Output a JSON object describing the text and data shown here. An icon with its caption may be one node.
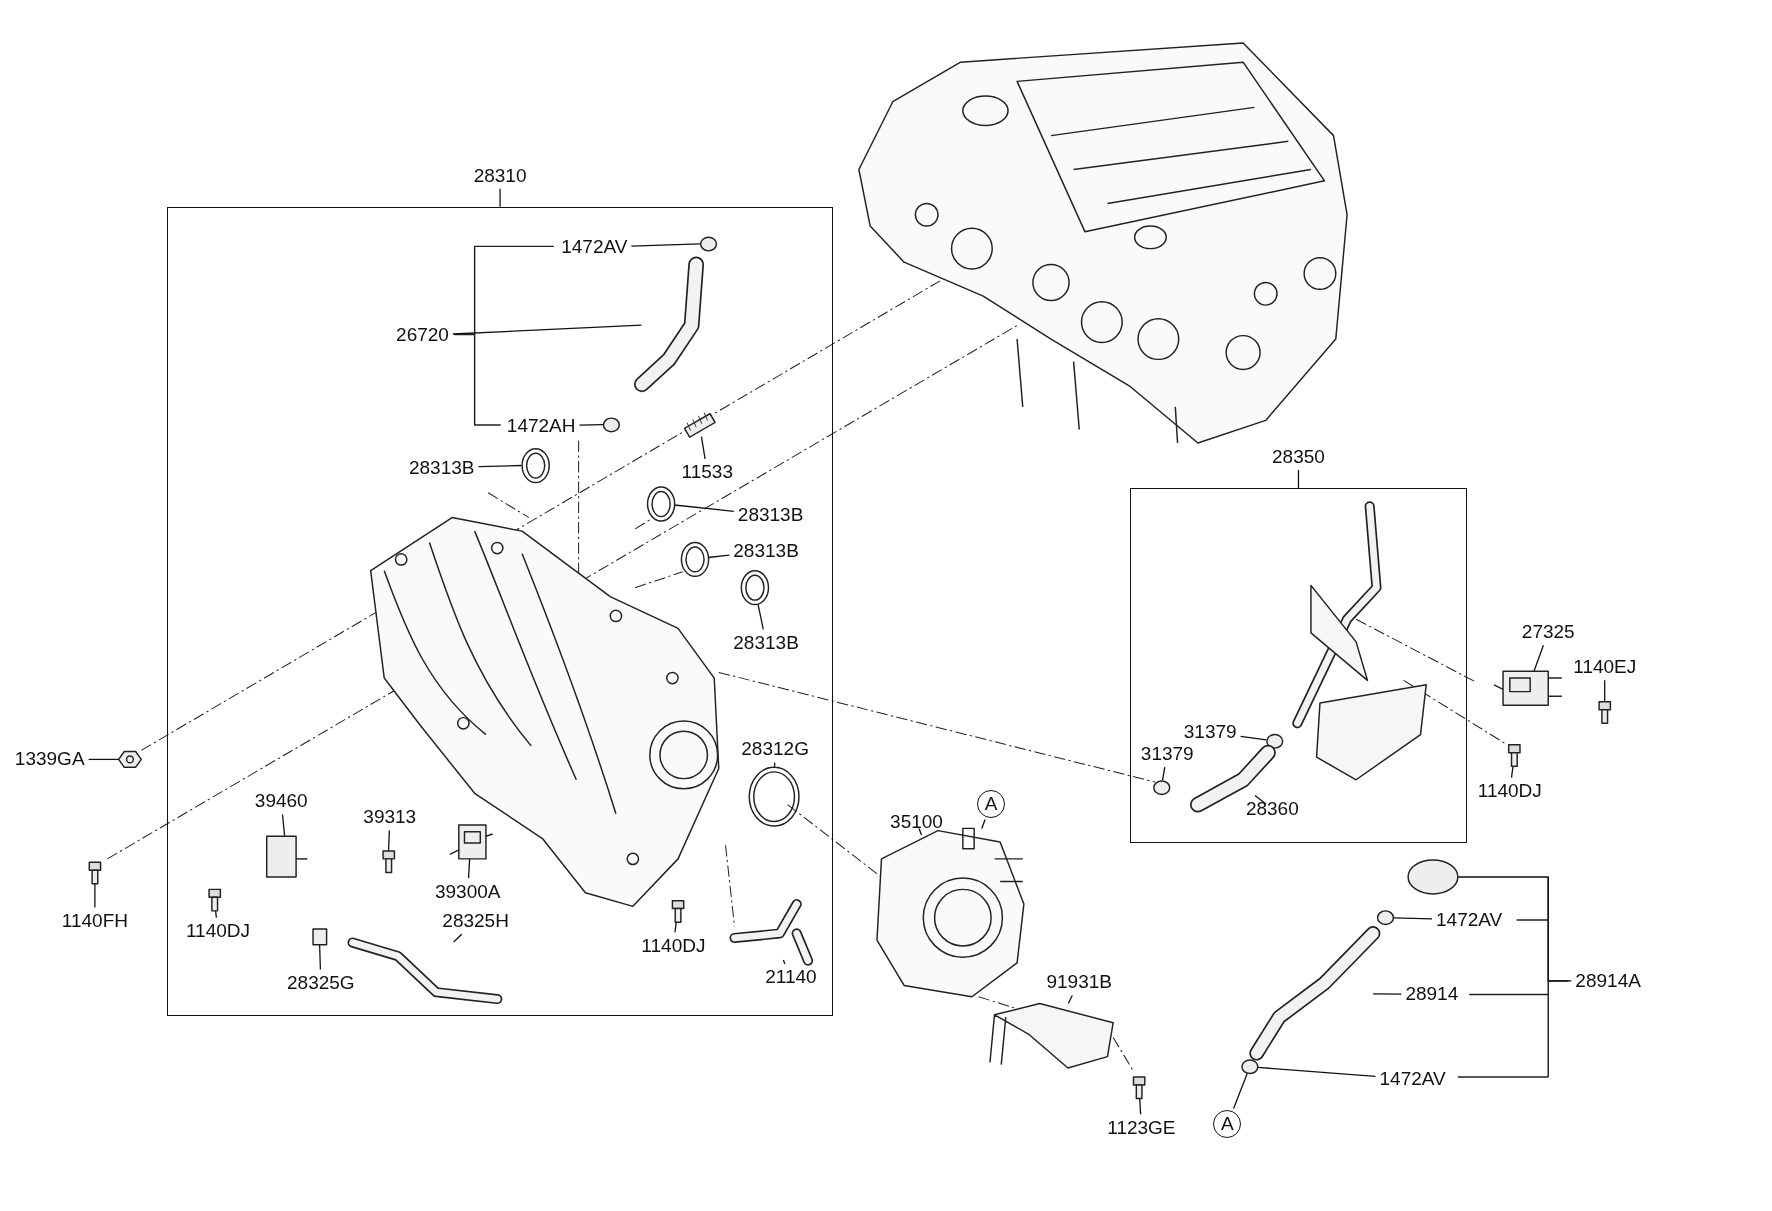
{
  "diagram": {
    "nodes": [
      {
        "text": [
          "28310"
        ]
      },
      {
        "text": [
          "1472AV"
        ],
        "in": 0
      },
      {
        "text": [
          "26720"
        ],
        "in": 0
      },
      {
        "text": [
          "1472AH"
        ],
        "in": 0
      },
      {
        "text": [
          "11533"
        ],
        "in": 0
      },
      {
        "text": [
          "28313B"
        ],
        "in": 0
      },
      {
        "text": [
          "28313B"
        ],
        "in": 0
      },
      {
        "text": [
          "28313B"
        ],
        "in": 0
      },
      {
        "text": [
          "28313B"
        ],
        "in": 0
      },
      {
        "text": [
          "28312G"
        ],
        "in": 0
      },
      {
        "text": [
          "39460"
        ],
        "in": 0
      },
      {
        "text": [
          "39313"
        ],
        "in": 0
      },
      {
        "text": [
          "39300A"
        ],
        "in": 0
      },
      {
        "text": [
          "1140DJ"
        ],
        "in": 0
      },
      {
        "text": [
          "28325G"
        ],
        "in": 0
      },
      {
        "text": [
          "28325H"
        ],
        "in": 0
      },
      {
        "text": [
          "1140DJ"
        ],
        "in": 0
      },
      {
        "text": [
          "21140"
        ],
        "in": 0
      },
      {
        "text": [
          "1339GA"
        ]
      },
      {
        "text": [
          "1140FH"
        ]
      },
      {
        "text": [
          "28350"
        ]
      },
      {
        "text": [
          "31379"
        ],
        "in": 20
      },
      {
        "text": [
          "31379"
        ],
        "in": 20
      },
      {
        "text": [
          "28360"
        ],
        "in": 20
      },
      {
        "text": [
          "27325"
        ]
      },
      {
        "text": [
          "1140EJ"
        ]
      },
      {
        "text": [
          "1140DJ"
        ]
      },
      {
        "text": [
          "35100"
        ]
      },
      {
        "text": [
          "A"
        ]
      },
      {
        "text": [
          "91931B"
        ]
      },
      {
        "text": [
          "1123GE"
        ]
      },
      {
        "text": [
          "1472AV"
        ]
      },
      {
        "text": [
          "28914"
        ]
      },
      {
        "text": [
          "28914A"
        ]
      },
      {
        "text": [
          "1472AV"
        ]
      },
      {
        "text": [
          "A"
        ]
      },
      {
        "text": [],
        "shape": "circle",
        "in": 0
      },
      {
        "text": [],
        "shape": "picture",
        "in": 0
      },
      {
        "text": [],
        "shape": "circle",
        "in": 0
      },
      {
        "text": [],
        "shape": "picture",
        "in": 0
      },
      {
        "text": [],
        "shape": "picture",
        "in": 0
      },
      {
        "text": [],
        "shape": "picture",
        "in": 0
      },
      {
        "text": [],
        "shape": "picture",
        "in": 0
      },
      {
        "text": [],
        "shape": "picture",
        "in": 0
      },
      {
        "text": [],
        "shape": "picture",
        "in": 0
      },
      {
        "text": [],
        "shape": "picture",
        "in": 0
      },
      {
        "text": [],
        "shape": "picture",
        "in": 0
      },
      {
        "text": [],
        "shape": "picture",
        "in": 0
      },
      {
        "text": [],
        "shape": "picture",
        "in": 0
      },
      {
        "text": [],
        "shape": "box",
        "in": 0
      },
      {
        "text": [],
        "shape": "picture",
        "in": 0
      },
      {
        "text": [],
        "shape": "picture",
        "in": 0
      },
      {
        "text": [],
        "shape": "picture",
        "in": 0
      },
      {
        "text": [],
        "shape": "picture"
      },
      {
        "text": [],
        "shape": "picture"
      },
      {
        "text": [],
        "shape": "circle",
        "in": 20
      },
      {
        "text": [],
        "shape": "circle",
        "in": 20
      },
      {
        "text": [],
        "shape": "picture",
        "in": 20
      },
      {
        "text": [],
        "shape": "picture"
      },
      {
        "text": [],
        "shape": "picture"
      },
      {
        "text": [],
        "shape": "picture"
      },
      {
        "text": [],
        "shape": "picture"
      },
      {
        "text": [],
        "shape": "picture"
      },
      {
        "text": [],
        "shape": "picture"
      },
      {
        "text": [],
        "shape": "circle"
      },
      {
        "text": [],
        "shape": "picture"
      },
      {
        "text": [],
        "shape": "circle"
      },
      {
        "text": [],
        "shape": "circle"
      }
    ],
    "edges": [
      {
        "from": 1,
        "to": 36,
        "arrow": "none"
      },
      {
        "from": 2,
        "to": 37,
        "arrow": "none"
      },
      {
        "from": 3,
        "to": 38,
        "arrow": "none"
      },
      {
        "from": 4,
        "to": 39,
        "arrow": "none"
      },
      {
        "from": 5,
        "to": 40,
        "arrow": "none"
      },
      {
        "from": 6,
        "to": 41,
        "arrow": "none"
      },
      {
        "from": 7,
        "to": 42,
        "arrow": "none"
      },
      {
        "from": 8,
        "to": 43,
        "arrow": "none"
      },
      {
        "from": 9,
        "to": 44,
        "arrow": "none"
      },
      {
        "from": 10,
        "to": 45,
        "arrow": "none"
      },
      {
        "from": 11,
        "to": 46,
        "arrow": "none"
      },
      {
        "from": 12,
        "to": 47,
        "arrow": "none"
      },
      {
        "from": 13,
        "to": 48,
        "arrow": "none"
      },
      {
        "from": 14,
        "to": 49,
        "arrow": "none"
      },
      {
        "from": 15,
        "to": 50,
        "arrow": "none"
      },
      {
        "from": 16,
        "to": 51,
        "arrow": "none"
      },
      {
        "from": 17,
        "to": 52,
        "arrow": "none"
      },
      {
        "from": 18,
        "to": 53,
        "arrow": "none"
      },
      {
        "from": 19,
        "to": 54,
        "arrow": "none"
      },
      {
        "from": 21,
        "to": 55,
        "arrow": "none"
      },
      {
        "from": 22,
        "to": 56,
        "arrow": "none"
      },
      {
        "from": 23,
        "to": 57,
        "arrow": "none"
      },
      {
        "from": 24,
        "to": 58,
        "arrow": "none"
      },
      {
        "from": 25,
        "to": 59,
        "arrow": "none"
      },
      {
        "from": 26,
        "to": 60,
        "arrow": "none"
      },
      {
        "from": 27,
        "to": 61,
        "arrow": "none"
      },
      {
        "from": 28,
        "to": 61,
        "arrow": "none"
      },
      {
        "from": 29,
        "to": 62,
        "arrow": "none"
      },
      {
        "from": 30,
        "to": 63,
        "arrow": "none"
      },
      {
        "from": 31,
        "to": 64,
        "arrow": "none"
      },
      {
        "from": 32,
        "to": 65,
        "arrow": "none"
      },
      {
        "from": 33,
        "to": 66,
        "arrow": "none"
      },
      {
        "from": 34,
        "to": 67,
        "arrow": "none"
      },
      {
        "from": 35,
        "to": 67,
        "arrow": "none"
      }
    ]
  }
}
